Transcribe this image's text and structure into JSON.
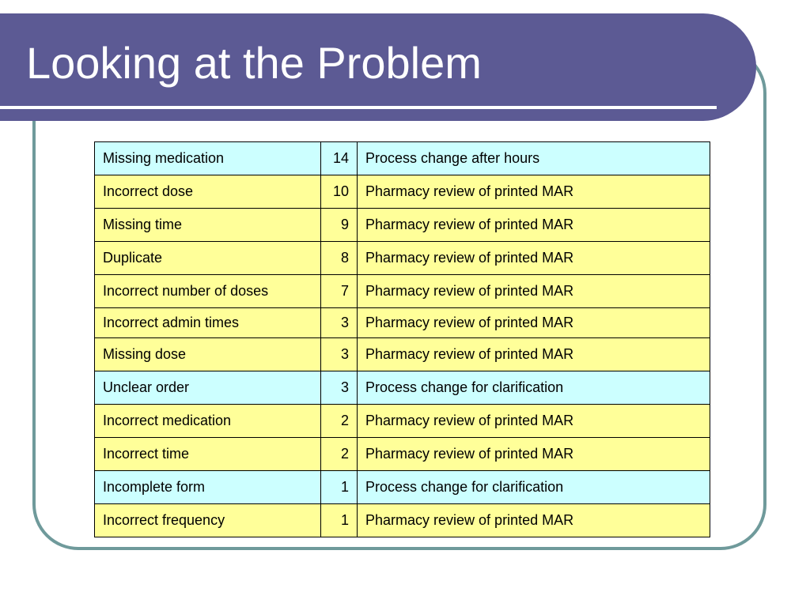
{
  "slide": {
    "title": "Looking at the Problem"
  },
  "colors": {
    "title_band": "#5c5a94",
    "frame_border": "#6f9a9b",
    "row_cyan": "#ccffff",
    "row_yellow": "#ffff99"
  },
  "table": {
    "rows": [
      {
        "issue": "Missing medication",
        "count": "14",
        "action": "Process change after hours",
        "tone": "cyan"
      },
      {
        "issue": "Incorrect dose",
        "count": "10",
        "action": "Pharmacy review of printed MAR",
        "tone": "yellow"
      },
      {
        "issue": "Missing time",
        "count": "9",
        "action": "Pharmacy review of printed MAR",
        "tone": "yellow"
      },
      {
        "issue": "Duplicate",
        "count": "8",
        "action": "Pharmacy review of printed MAR",
        "tone": "yellow"
      },
      {
        "issue": "Incorrect number of doses",
        "count": "7",
        "action": "Pharmacy review of printed MAR",
        "tone": "yellow"
      },
      {
        "issue": "Incorrect admin times",
        "count": "3",
        "action": "Pharmacy review of printed MAR",
        "tone": "yellow"
      },
      {
        "issue": "Missing dose",
        "count": "3",
        "action": "Pharmacy review of printed MAR",
        "tone": "yellow"
      },
      {
        "issue": "Unclear order",
        "count": "3",
        "action": "Process change for clarification",
        "tone": "cyan"
      },
      {
        "issue": "Incorrect medication",
        "count": "2",
        "action": "Pharmacy review of printed MAR",
        "tone": "yellow"
      },
      {
        "issue": "Incorrect time",
        "count": "2",
        "action": "Pharmacy review of printed MAR",
        "tone": "yellow"
      },
      {
        "issue": "Incomplete form",
        "count": "1",
        "action": "Process change for clarification",
        "tone": "cyan"
      },
      {
        "issue": "Incorrect frequency",
        "count": "1",
        "action": "Pharmacy review of printed MAR",
        "tone": "yellow"
      }
    ]
  }
}
